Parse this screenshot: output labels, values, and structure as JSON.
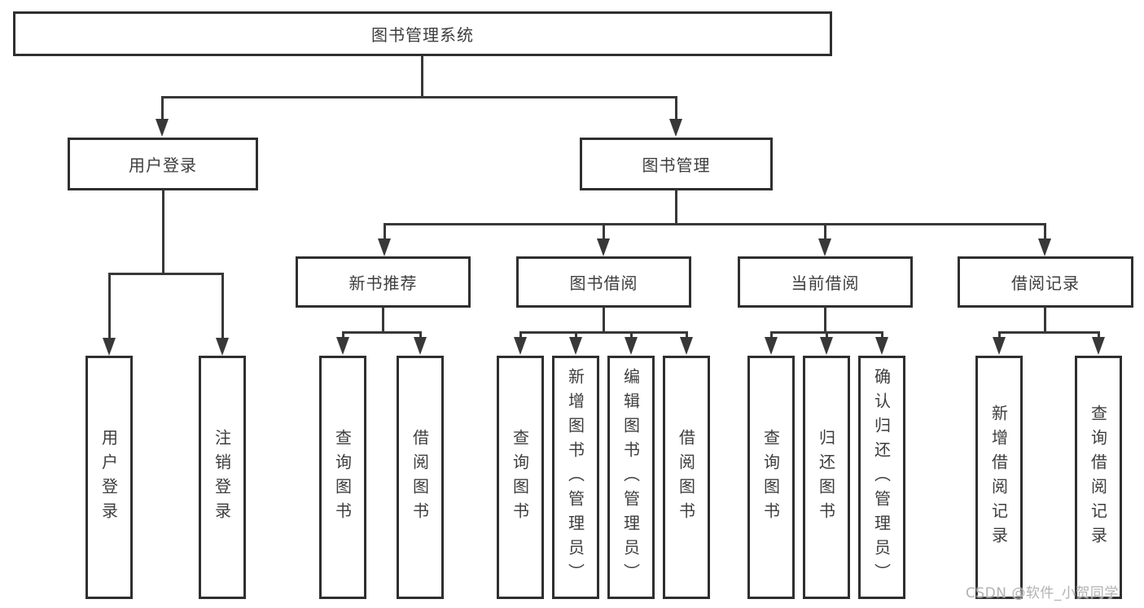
{
  "root": {
    "label": "图书管理系统"
  },
  "branches": {
    "user": {
      "label": "用户登录",
      "leaves": [
        "用户登录",
        "注销登录"
      ]
    },
    "books": {
      "label": "图书管理",
      "groups": [
        {
          "label": "新书推荐",
          "leaves": [
            "查询图书",
            "借阅图书"
          ]
        },
        {
          "label": "图书借阅",
          "leaves": [
            "查询图书",
            "新增图书（管理员）",
            "编辑图书（管理员）",
            "借阅图书"
          ]
        },
        {
          "label": "当前借阅",
          "leaves": [
            "查询图书",
            "归还图书",
            "确认归还（管理员）"
          ]
        },
        {
          "label": "借阅记录",
          "leaves": [
            "新增借阅记录",
            "查询借阅记录"
          ]
        }
      ]
    }
  },
  "watermark": {
    "text": "CSDN @软件_小贺同学"
  },
  "colors": {
    "line": "#383838",
    "border": "#2f2f2f",
    "text": "#3d3d3d",
    "background": "#ffffff",
    "watermark": "#b2b2b2"
  }
}
